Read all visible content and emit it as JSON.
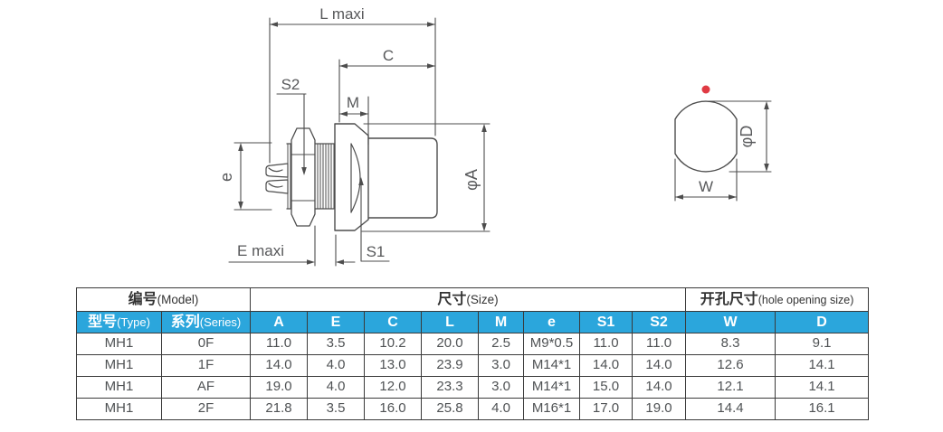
{
  "drawing": {
    "main_view": {
      "l_maxi": "L maxi",
      "c": "C",
      "s2": "S2",
      "m": "M",
      "e": "e",
      "phi_a": "φA",
      "e_maxi": "E maxi",
      "s1": "S1"
    },
    "hole_view": {
      "phi_d": "φD",
      "w": "W"
    }
  },
  "table": {
    "group_headers": [
      {
        "zh": "编号",
        "en": "(Model)"
      },
      {
        "zh": "尺寸",
        "en": "(Size)"
      },
      {
        "zh": "开孔尺寸",
        "en": "(hole opening size)"
      }
    ],
    "columns": [
      {
        "zh": "型号",
        "en": "(Type)"
      },
      {
        "zh": "系列",
        "en": "(Series)"
      },
      {
        "label": "A"
      },
      {
        "label": "E"
      },
      {
        "label": "C"
      },
      {
        "label": "L"
      },
      {
        "label": "M"
      },
      {
        "label": "e"
      },
      {
        "label": "S1"
      },
      {
        "label": "S2"
      },
      {
        "label": "W"
      },
      {
        "label": "D"
      }
    ],
    "rows": [
      [
        "MH1",
        "0F",
        "11.0",
        "3.5",
        "10.2",
        "20.0",
        "2.5",
        "M9*0.5",
        "11.0",
        "11.0",
        "8.3",
        "9.1"
      ],
      [
        "MH1",
        "1F",
        "14.0",
        "4.0",
        "13.0",
        "23.9",
        "3.0",
        "M14*1",
        "14.0",
        "14.0",
        "12.6",
        "14.1"
      ],
      [
        "MH1",
        "AF",
        "19.0",
        "4.0",
        "12.0",
        "23.3",
        "3.0",
        "M14*1",
        "15.0",
        "14.0",
        "12.1",
        "14.1"
      ],
      [
        "MH1",
        "2F",
        "21.8",
        "3.5",
        "16.0",
        "25.8",
        "4.0",
        "M16*1",
        "17.0",
        "19.0",
        "14.4",
        "16.1"
      ]
    ]
  },
  "colors": {
    "header_blue": "#2ba6dc",
    "line_gray": "#4d4d4d",
    "text_gray": "#58595b",
    "border_dark": "#3a3a3a",
    "red_dot": "#e03a43"
  }
}
